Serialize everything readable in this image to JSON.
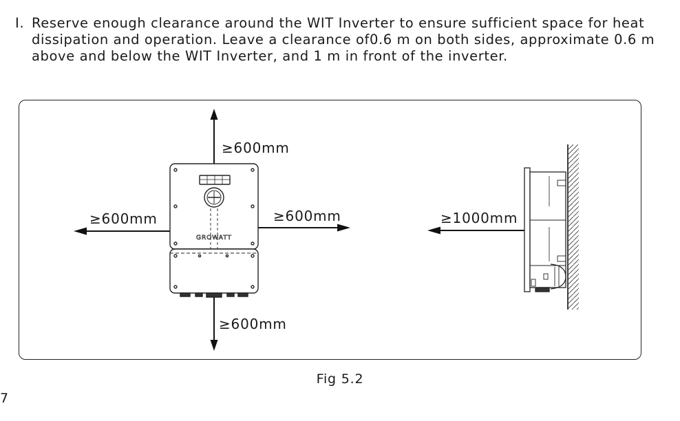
{
  "instruction": {
    "number": "I.",
    "text": "Reserve enough clearance around the WIT Inverter to ensure sufficient space for heat dissipation and operation. Leave a clearance of0.6 m on both sides, approximate 0.6 m above and below the WIT Inverter, and 1 m in front of the inverter."
  },
  "figure": {
    "label_top": "≥600mm",
    "label_left": "≥600mm",
    "label_right": "≥600mm",
    "label_bottom": "≥600mm",
    "label_front": "≥1000mm",
    "brand": "GROWATT",
    "caption": "Fig 5.2"
  },
  "page_number": "7"
}
